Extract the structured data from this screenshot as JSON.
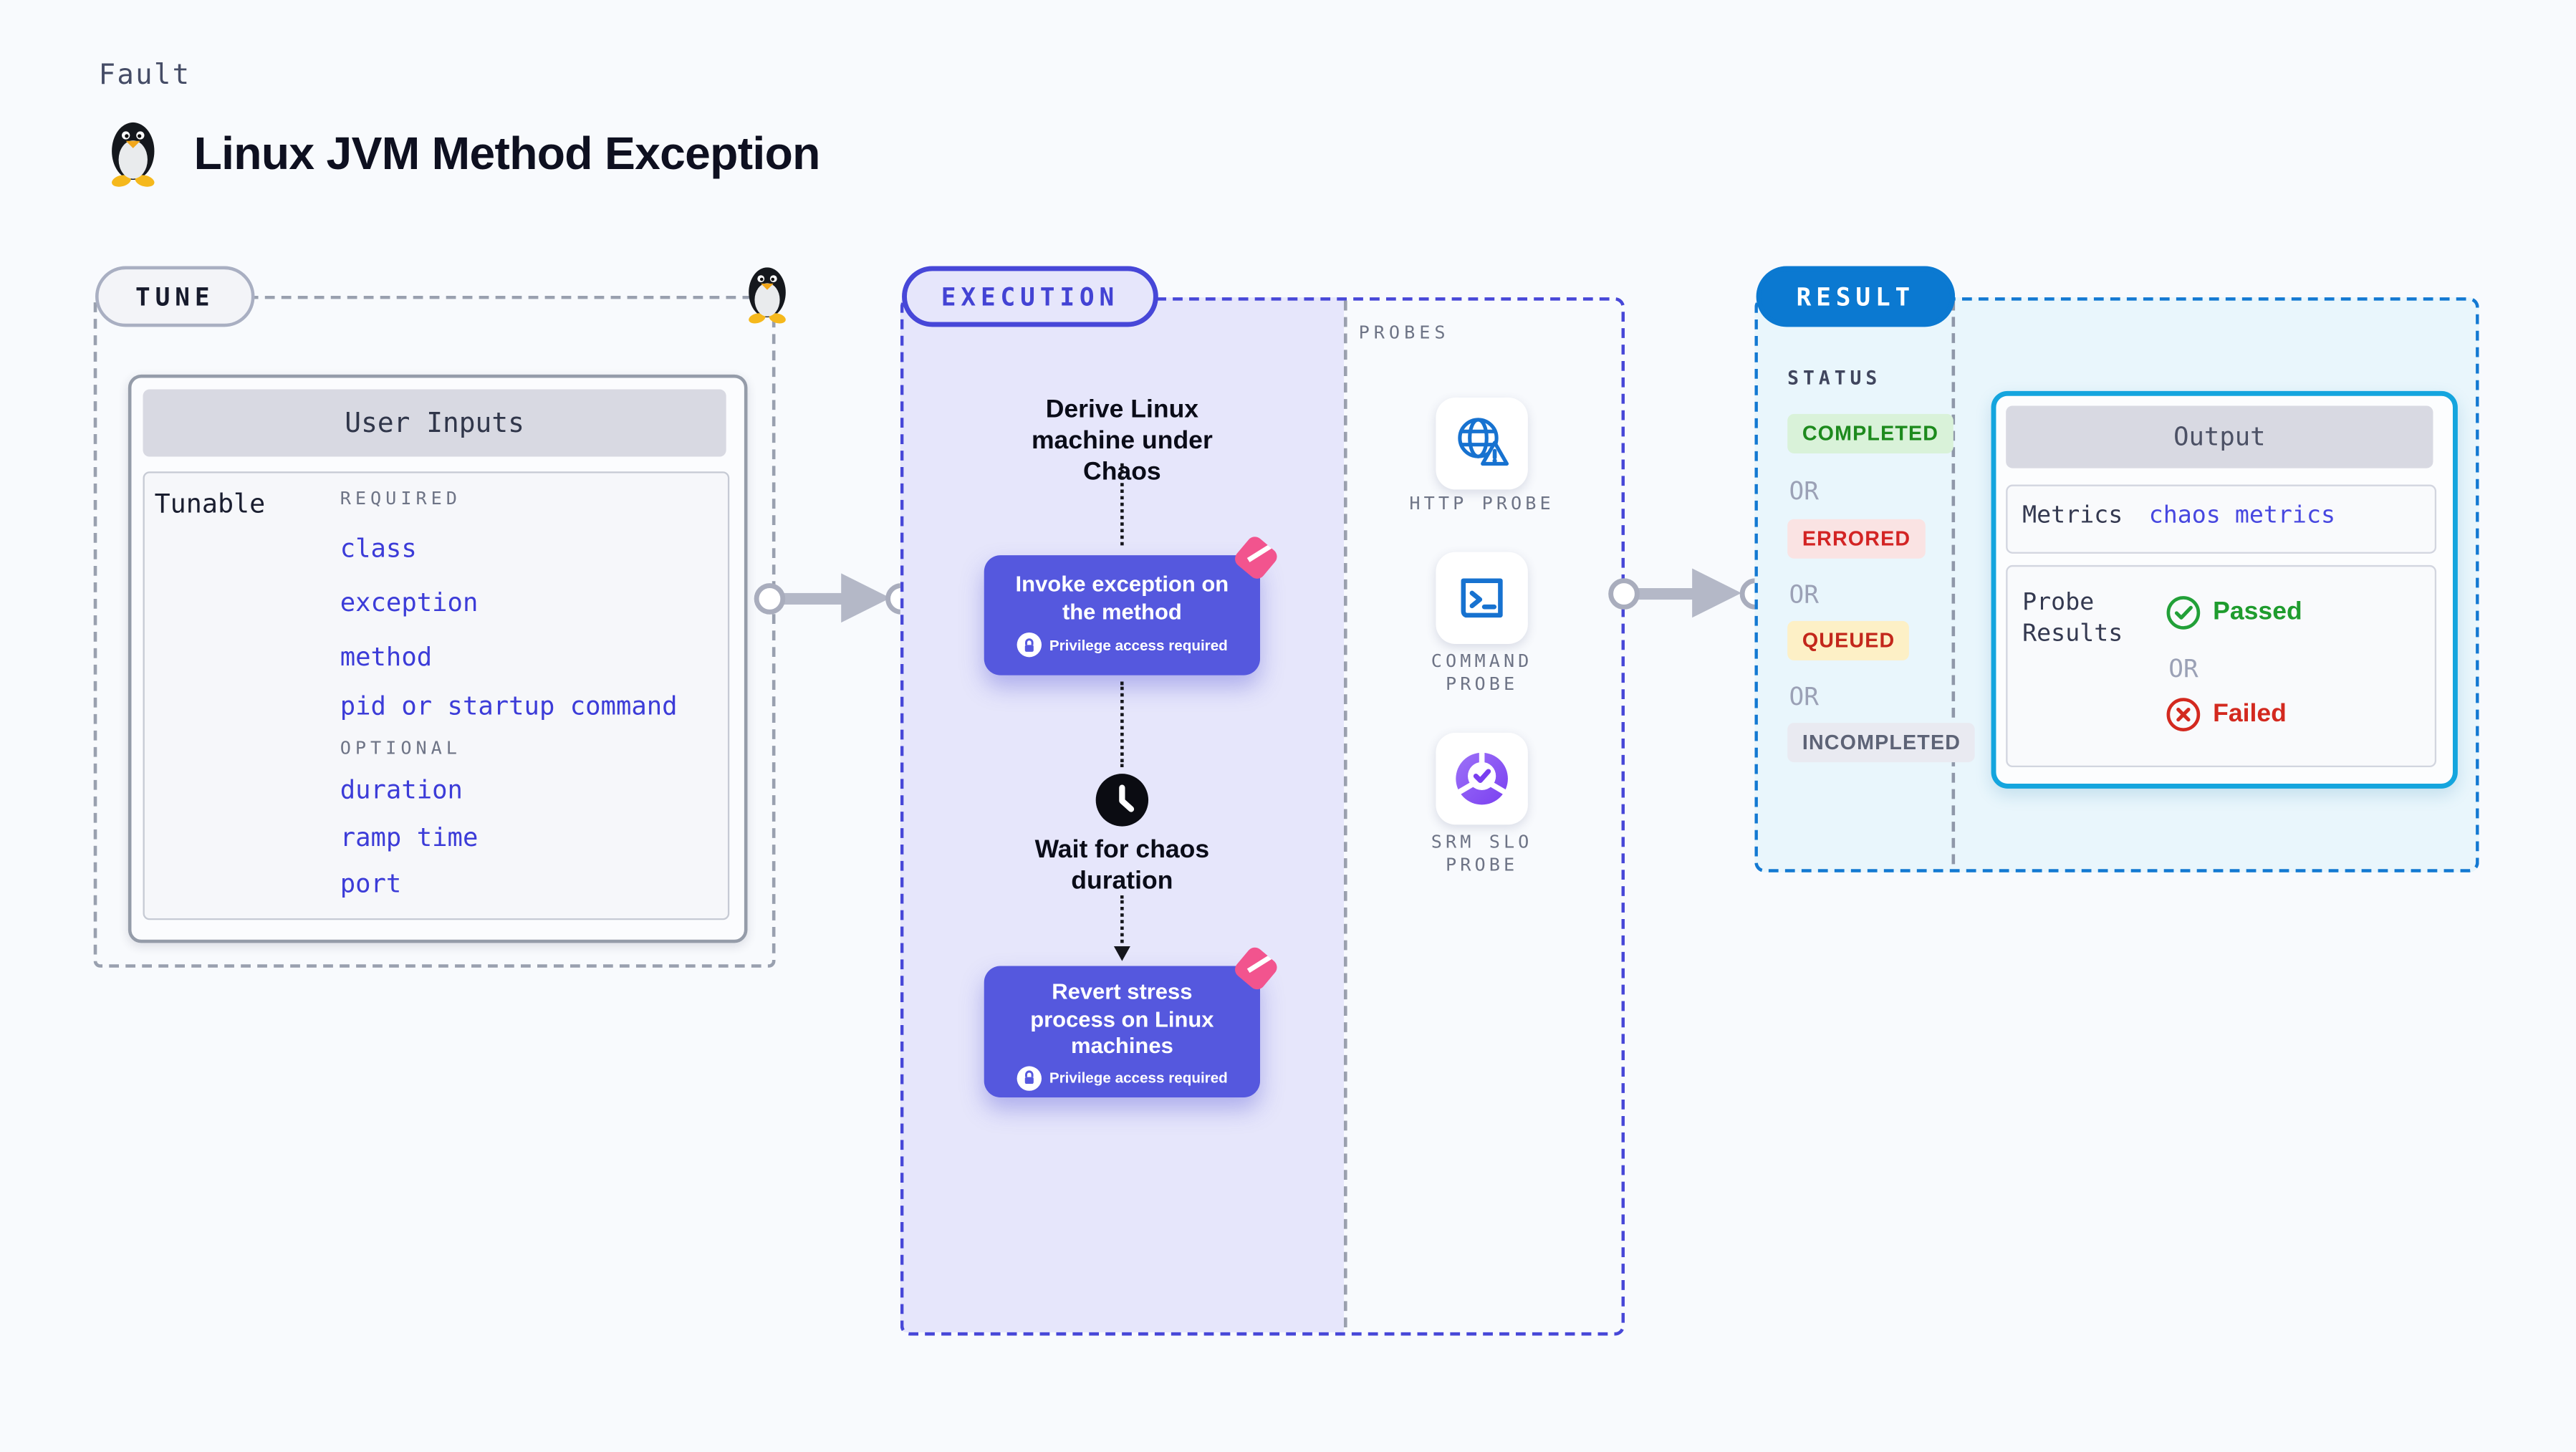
{
  "page": {
    "kicker": "Fault",
    "title": "Linux JVM Method Exception",
    "title_icon": "penguin-icon"
  },
  "tune": {
    "badge": "TUNE",
    "card_header": "User Inputs",
    "row_label": "Tunable",
    "required_label": "REQUIRED",
    "required_items": [
      "class",
      "exception",
      "method",
      "pid or startup command"
    ],
    "optional_label": "OPTIONAL",
    "optional_items": [
      "duration",
      "ramp time",
      "port"
    ]
  },
  "execution": {
    "badge": "EXECUTION",
    "derive_step": "Derive Linux machine under Chaos",
    "invoke_step": {
      "title": "Invoke exception on the method",
      "note": "Privilege access required"
    },
    "wait_step": "Wait for chaos duration",
    "revert_step": {
      "title": "Revert stress process on Linux machines",
      "note": "Privilege access required"
    }
  },
  "probes": {
    "label": "PROBES",
    "items": [
      {
        "name": "HTTP PROBE",
        "icon": "globe-alert-icon",
        "color": "#1772d0"
      },
      {
        "name": "COMMAND PROBE",
        "icon": "terminal-icon",
        "color": "#1772d0"
      },
      {
        "name": "SRM SLO PROBE",
        "icon": "slo-donut-check-icon",
        "color": "#7a3ff0"
      }
    ]
  },
  "result": {
    "badge": "RESULT",
    "status_label": "STATUS",
    "or_label": "OR",
    "statuses": [
      {
        "label": "COMPLETED",
        "color": "#1d8a1d",
        "bg": "#d9f2d9"
      },
      {
        "label": "ERRORED",
        "color": "#d32424",
        "bg": "#fae3e3"
      },
      {
        "label": "QUEUED",
        "color": "#c3271b",
        "bg": "#fdf0c6"
      },
      {
        "label": "INCOMPLETED",
        "color": "#5d6376",
        "bg": "#e9eaf1"
      }
    ],
    "output": {
      "header": "Output",
      "metrics_label": "Metrics",
      "metrics_value": "chaos metrics",
      "probe_results_label": "Probe Results",
      "passed": "Passed",
      "failed": "Failed"
    }
  },
  "colors": {
    "accent_indigo": "#4747d8",
    "action_box": "#5558de",
    "result_blue": "#0b79d1",
    "output_border": "#14a5de",
    "pink_marker": "#f2548e",
    "arrow_gray": "#b4b8c7"
  }
}
